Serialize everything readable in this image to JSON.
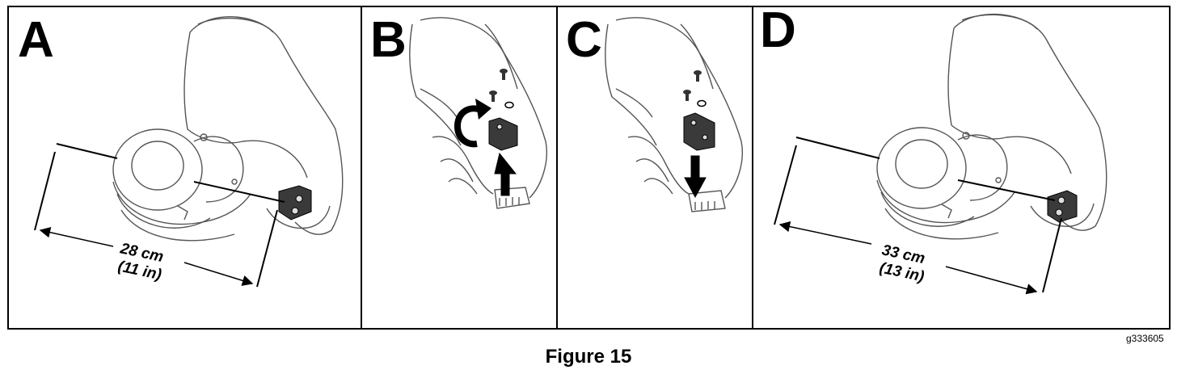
{
  "figure": {
    "caption": "Figure 15",
    "figure_id": "g333605"
  },
  "panels": [
    {
      "letter": "A",
      "dimension_metric": "28 cm",
      "dimension_imperial": "(11 in)"
    },
    {
      "letter": "B"
    },
    {
      "letter": "C"
    },
    {
      "letter": "D",
      "dimension_metric": "33 cm",
      "dimension_imperial": "(13 in)"
    }
  ],
  "colors": {
    "line": "#000000",
    "outline": "#555555",
    "bracket": "#3a3a3a",
    "background": "#ffffff"
  }
}
